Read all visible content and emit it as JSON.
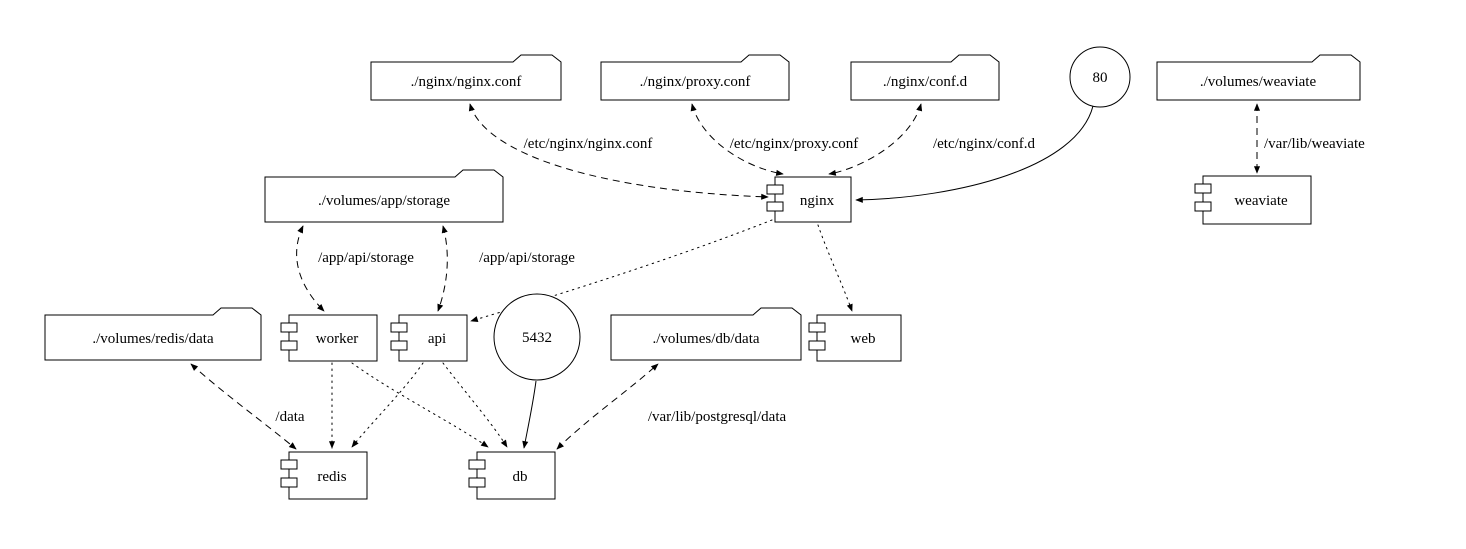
{
  "background": "#ffffff",
  "stroke_color": "#000000",
  "nodes": {
    "nginx_conf": {
      "label": "./nginx/nginx.conf",
      "shape": "folder"
    },
    "proxy_conf": {
      "label": "./nginx/proxy.conf",
      "shape": "folder"
    },
    "conf_d": {
      "label": "./nginx/conf.d",
      "shape": "folder"
    },
    "port_80": {
      "label": "80",
      "shape": "circle"
    },
    "volumes_weaviate": {
      "label": "./volumes/weaviate",
      "shape": "folder"
    },
    "app_storage": {
      "label": "./volumes/app/storage",
      "shape": "folder"
    },
    "nginx": {
      "label": "nginx",
      "shape": "component"
    },
    "weaviate": {
      "label": "weaviate",
      "shape": "component"
    },
    "redis_data": {
      "label": "./volumes/redis/data",
      "shape": "folder"
    },
    "worker": {
      "label": "worker",
      "shape": "component"
    },
    "api": {
      "label": "api",
      "shape": "component"
    },
    "port_5432": {
      "label": "5432",
      "shape": "circle"
    },
    "db_data": {
      "label": "./volumes/db/data",
      "shape": "folder"
    },
    "web": {
      "label": "web",
      "shape": "component"
    },
    "redis": {
      "label": "redis",
      "shape": "component"
    },
    "db": {
      "label": "db",
      "shape": "component"
    }
  },
  "edges": {
    "nginx_conf_mount": {
      "from": "nginx",
      "to": "nginx_conf",
      "label": "/etc/nginx/nginx.conf",
      "style": "dashed",
      "direction": "both"
    },
    "proxy_conf_mount": {
      "from": "nginx",
      "to": "proxy_conf",
      "label": "/etc/nginx/proxy.conf",
      "style": "dashed",
      "direction": "both"
    },
    "conf_d_mount": {
      "from": "nginx",
      "to": "conf_d",
      "label": "/etc/nginx/conf.d",
      "style": "dashed",
      "direction": "both"
    },
    "weaviate_mount": {
      "from": "weaviate",
      "to": "volumes_weaviate",
      "label": "/var/lib/weaviate",
      "style": "dashed",
      "direction": "both"
    },
    "worker_storage_mount": {
      "from": "worker",
      "to": "app_storage",
      "label": "/app/api/storage",
      "style": "dashed",
      "direction": "both"
    },
    "api_storage_mount": {
      "from": "api",
      "to": "app_storage",
      "label": "/app/api/storage",
      "style": "dashed",
      "direction": "both"
    },
    "redis_mount": {
      "from": "redis",
      "to": "redis_data",
      "label": "/data",
      "style": "dashed",
      "direction": "both"
    },
    "db_mount": {
      "from": "db",
      "to": "db_data",
      "label": "/var/lib/postgresql/data",
      "style": "dashed",
      "direction": "both"
    },
    "port_80_nginx": {
      "from": "port_80",
      "to": "nginx",
      "label": "",
      "style": "solid",
      "direction": "forward"
    },
    "port_5432_db": {
      "from": "port_5432",
      "to": "db",
      "label": "",
      "style": "solid",
      "direction": "forward"
    },
    "nginx_api": {
      "from": "nginx",
      "to": "api",
      "label": "",
      "style": "dotted",
      "direction": "forward"
    },
    "nginx_web": {
      "from": "nginx",
      "to": "web",
      "label": "",
      "style": "dotted",
      "direction": "forward"
    },
    "worker_redis": {
      "from": "worker",
      "to": "redis",
      "label": "",
      "style": "dotted",
      "direction": "forward"
    },
    "worker_db": {
      "from": "worker",
      "to": "db",
      "label": "",
      "style": "dotted",
      "direction": "forward"
    },
    "api_redis": {
      "from": "api",
      "to": "redis",
      "label": "",
      "style": "dotted",
      "direction": "forward"
    },
    "api_db": {
      "from": "api",
      "to": "db",
      "label": "",
      "style": "dotted",
      "direction": "forward"
    }
  }
}
